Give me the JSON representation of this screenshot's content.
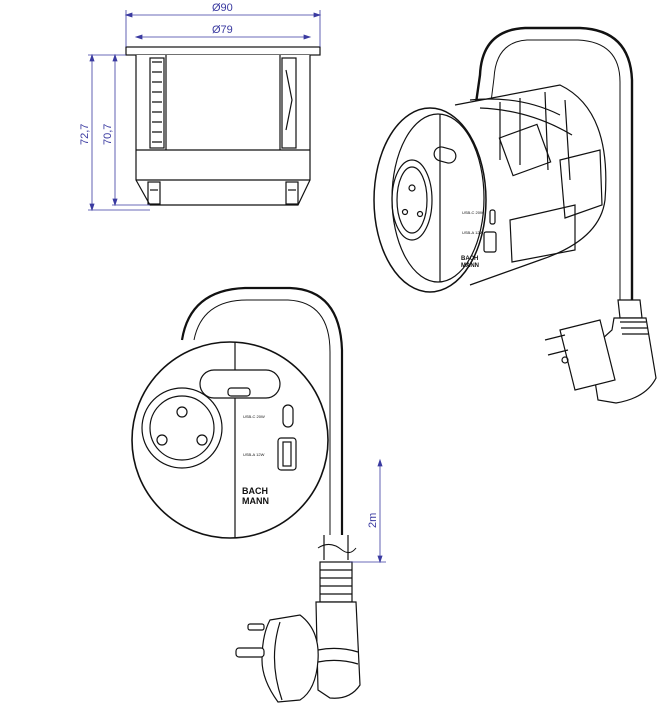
{
  "dimensions": {
    "outer_diameter": "Ø90",
    "inner_diameter": "Ø79",
    "total_height": "72,7",
    "body_height": "70,7",
    "cable_length": "2m"
  },
  "front_panel": {
    "usb_c_label": "USB-C 20W",
    "usb_a_label": "USB-A 12W",
    "brand_top": "BACH",
    "brand_bottom": "MANN"
  },
  "colors": {
    "line": "#111111",
    "dimension": "#3a3aa0",
    "background": "#ffffff"
  }
}
